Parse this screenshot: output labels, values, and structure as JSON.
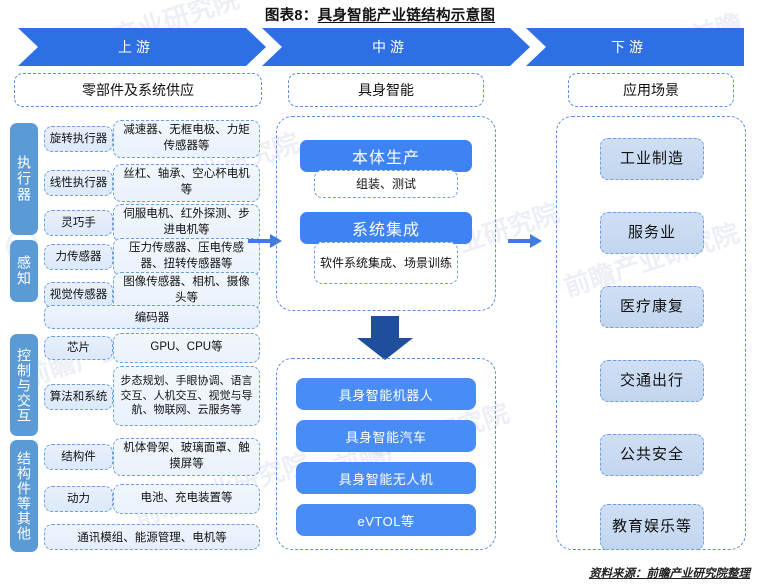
{
  "title": {
    "prefix": "图表8：",
    "text": "具身智能产业链结构示意图"
  },
  "banners": [
    {
      "label": "上游"
    },
    {
      "label": "中游"
    },
    {
      "label": "下游"
    }
  ],
  "upstream": {
    "header": "零部件及系统供应",
    "groups": [
      {
        "vlabel": "执行器",
        "rows": [
          {
            "cat": "旋转执行器",
            "det": "减速器、无框电极、力矩传感器等"
          },
          {
            "cat": "线性执行器",
            "det": "丝杠、轴承、空心杯电机等"
          },
          {
            "cat": "灵巧手",
            "det": "伺服电机、红外探测、步进电机等"
          }
        ]
      },
      {
        "vlabel": "感知",
        "rows": [
          {
            "cat": "力传感器",
            "det": "压力传感器、压电传感器、扭转传感器等"
          },
          {
            "cat": "视觉传感器",
            "det": "图像传感器、相机、摄像头等"
          }
        ],
        "wide": "编码器"
      },
      {
        "vlabel": "控制与交互",
        "rows": [
          {
            "cat": "芯片",
            "det": "GPU、CPU等"
          },
          {
            "cat": "算法和系统",
            "det": "步态规划、手眼协调、语言交互、人机交互、视觉与导航、物联网、云服务等"
          }
        ]
      },
      {
        "vlabel": "结构件等其他",
        "rows": [
          {
            "cat": "结构件",
            "det": "机体骨架、玻璃面罩、触摸屏等"
          },
          {
            "cat": "动力",
            "det": "电池、充电装置等"
          }
        ],
        "wide": "通讯模组、能源管理、电机等"
      }
    ]
  },
  "midstream": {
    "header": "具身智能",
    "stages": [
      {
        "title": "本体生产",
        "sub": "组装、测试"
      },
      {
        "title": "系统集成",
        "sub": "软件系统集成、场景训练"
      }
    ],
    "products": [
      "具身智能机器人",
      "具身智能汽车",
      "具身智能无人机",
      "eVTOL等"
    ]
  },
  "downstream": {
    "header": "应用场景",
    "items": [
      "工业制造",
      "服务业",
      "医疗康复",
      "交通出行",
      "公共安全",
      "教育娱乐等"
    ]
  },
  "footer": "资料来源：前瞻产业研究院整理",
  "colors": {
    "banner_blue": "#2f6fe4",
    "label_blue": "#5b9bd5",
    "mid_blue": "#3f82f3",
    "product_blue": "#4a8cf5",
    "down_light": "#c5d9f1",
    "dash_border": "#5b8fd6"
  }
}
